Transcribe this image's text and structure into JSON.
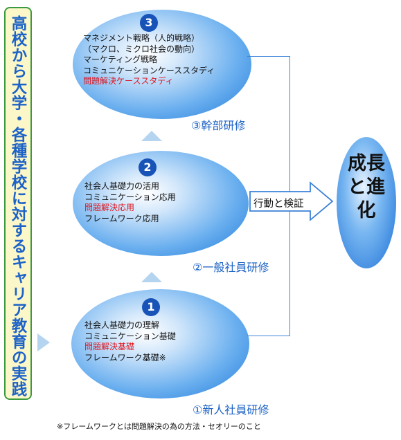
{
  "banner": {
    "text": "高校から大学・各種学校に対するキャリア教育の実践"
  },
  "stages": [
    {
      "number": "1",
      "title": "①新人社員研修",
      "lines": [
        "社会人基礎力の理解",
        "コミュニケーション基礎",
        "問題解決基礎",
        "フレームワーク基礎※"
      ]
    },
    {
      "number": "2",
      "title": "②一般社員研修",
      "lines": [
        "社会人基礎力の活用",
        "コミュニケーション応用",
        "問題解決応用",
        "フレームワーク応用"
      ]
    },
    {
      "number": "3",
      "title": "③幹部研修",
      "lines": [
        "マネジメント戦略（人的戦略）",
        "（マクロ、ミクロ社会の動向）",
        "マーケティング戦略",
        "コミュニケーションケーススタディ",
        "問題解決ケーススタディ"
      ]
    }
  ],
  "arrow_label": "行動と検証",
  "goal": {
    "line1": "成長",
    "line2": "と進",
    "line3": "化"
  },
  "footnote": "※フレームワークとは問題解決の為の方法・セオリーのこと",
  "colors": {
    "highlight": "#e0141e",
    "accent": "#1d63c7",
    "banner_border": "#3a9a3f",
    "banner_bg": "#fbf7c8"
  }
}
